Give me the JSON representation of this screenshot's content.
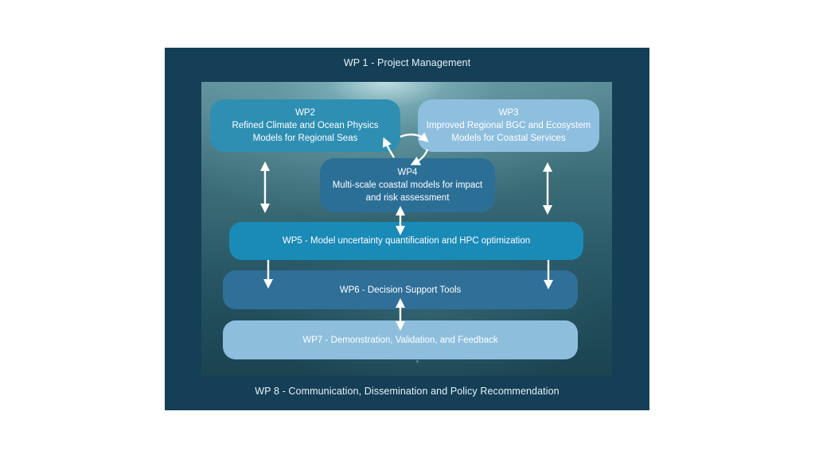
{
  "frame": {
    "top_label": "WP 1 - Project Management",
    "bottom_label": "WP 8 - Communication, Dissemination and Policy Recommendation",
    "background_color": "#143f57"
  },
  "boxes": {
    "wp2": {
      "line1": "WP2",
      "line2": "Refined Climate and Ocean Physics",
      "line3": "Models for Regional Seas",
      "color": "#2e8fb3"
    },
    "wp3": {
      "line1": "WP3",
      "line2": "Improved Regional BGC and Ecosystem",
      "line3": "Models for Coastal Services",
      "color": "#8fbfdf"
    },
    "wp4": {
      "line1": "WP4",
      "line2": "Multi-scale coastal models for impact",
      "line3": "and risk assessment",
      "color": "#2b6f97"
    },
    "wp5": {
      "label": "WP5 - Model uncertainty quantification and HPC optimization",
      "color": "#1a8ab7"
    },
    "wp6": {
      "label": "WP6 - Decision Support Tools",
      "color": "#2f6f98"
    },
    "wp7": {
      "label": "WP7 - Demonstration, Validation, and Feedback",
      "color": "#8dbfdd"
    }
  },
  "arrow_color": "#ffffff"
}
